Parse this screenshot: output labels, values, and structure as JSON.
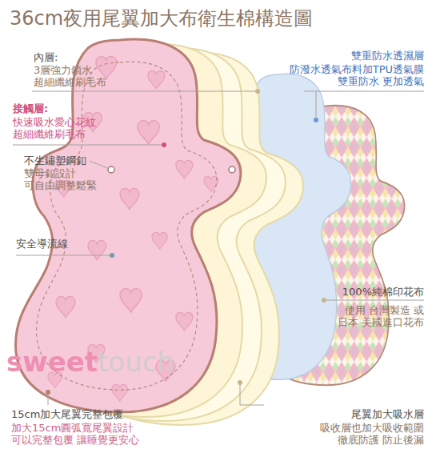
{
  "diagram": {
    "title": "36cm夜用尾翼加大布衛生棉構造圖",
    "labels": [
      "內層:",
      "3層強力鎖水 超細纖維刷毛布",
      "接觸層:",
      "快速吸水愛心花紋 超細纖維刷毛布",
      "不生鏽塑鋼釦",
      "雙母釦設計 可自由調整鬆緊",
      "安全導流線",
      "雙重防水透濕層",
      "防潑水透氣布料加TPU透氣膜 雙重防水 更加透氣",
      "100%純棉印花布",
      "使用 台灣製造 或 日本 美國進口花布",
      "sweet",
      "touch",
      "15cm加大尾翼完整包覆",
      "加大15cm圓弧寬尾翼設計 可以完整包覆 讓睡覺更安心",
      "尾翼加大吸水層",
      "吸收層也加大吸收範圍 徹底防護 防止後漏"
    ]
  }
}
